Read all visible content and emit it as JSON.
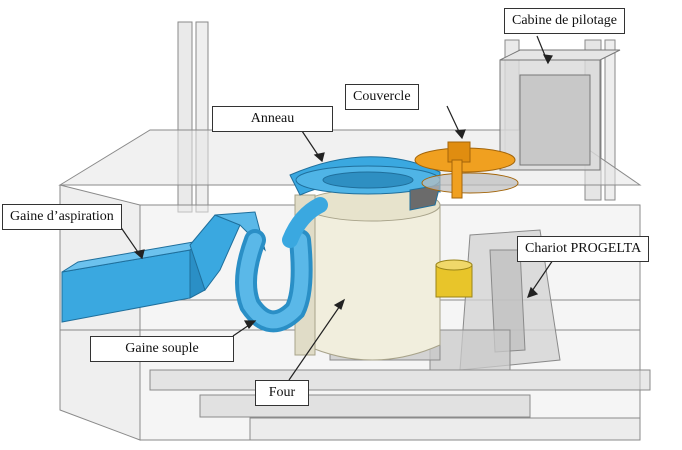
{
  "labels": {
    "cabine": "Cabine de pilotage",
    "couvercle": "Couvercle",
    "anneau": "Anneau",
    "gaine_aspiration": "Gaine d’aspiration",
    "chariot": "Chariot PROGELTA",
    "gaine_souple": "Gaine souple",
    "four": "Four"
  },
  "colors": {
    "duct_blue": "#3aa8e0",
    "lid_orange": "#f0a020",
    "ladle_yellow": "#e8c52a",
    "wall_gray": "#d4d4d4",
    "furnace_cream": "#f1eedd"
  }
}
